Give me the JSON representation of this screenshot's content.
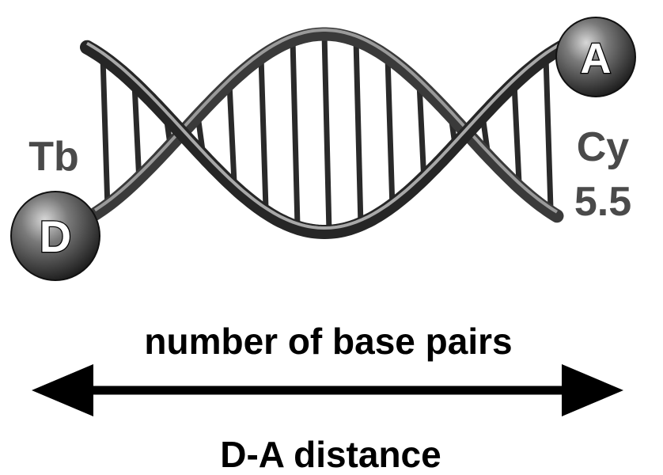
{
  "donor": {
    "label": "D",
    "dye": "Tb"
  },
  "acceptor": {
    "label": "A",
    "dye_line1": "Cy",
    "dye_line2": "5.5"
  },
  "caption_top": "number of base pairs",
  "caption_bottom": "D-A distance",
  "colors": {
    "text": "#000000",
    "dye_text": "#4a4a4a",
    "strand": "#333333",
    "rung": "#2a2a2a"
  }
}
